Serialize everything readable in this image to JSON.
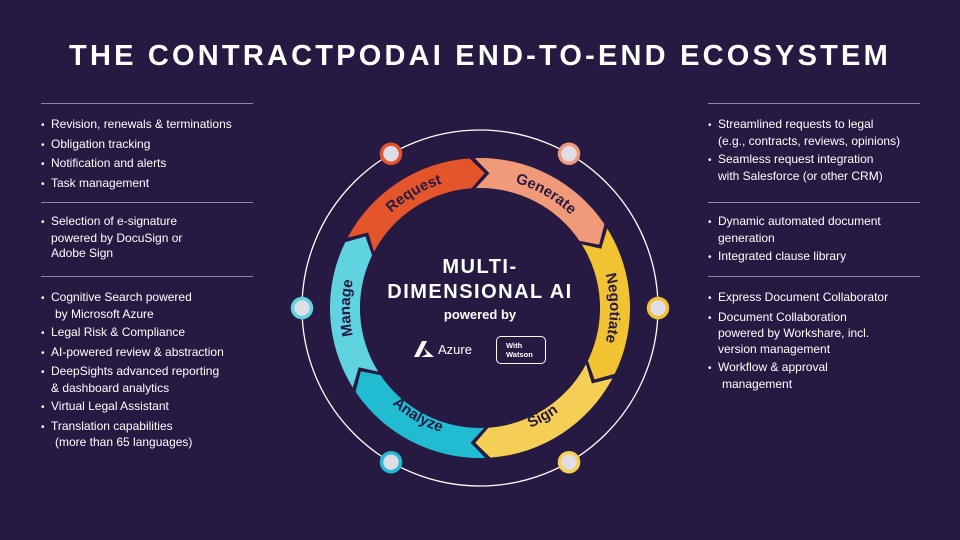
{
  "title": "THE CONTRACTPODAI END-TO-END ECOSYSTEM",
  "center": {
    "line1": "MULTI-",
    "line2": "DIMENSIONAL AI",
    "powered_by": "powered by",
    "azure_label": "Azure",
    "watson_line1": "With",
    "watson_line2": "Watson"
  },
  "stages": [
    "Request",
    "Generate",
    "Negotiate",
    "Sign",
    "Analyze",
    "Manage"
  ],
  "colors": {
    "background": "#271a42",
    "request": "#e5552b",
    "generate": "#f19a7a",
    "negotiate": "#f1c232",
    "sign": "#f5cf55",
    "analyze": "#22bcd2",
    "manage": "#5fd4e0"
  },
  "left_groups": [
    {
      "items": [
        [
          "Revision, renewals & terminations"
        ],
        [
          "Obligation tracking"
        ],
        [
          "Notification and alerts"
        ],
        [
          "Task management"
        ]
      ]
    },
    {
      "items": [
        [
          "Selection of e-signature",
          "powered by DocuSign or",
          "Adobe Sign"
        ]
      ]
    },
    {
      "items": [
        [
          "Cognitive Search powered",
          "by Microsoft Azure"
        ],
        [
          "Legal Risk & Compliance"
        ],
        [
          "AI-powered review & abstraction"
        ],
        [
          "DeepSights advanced reporting",
          "& dashboard analytics"
        ],
        [
          "Virtual Legal Assistant"
        ],
        [
          "Translation capabilities",
          "(more than 65 languages)"
        ]
      ]
    }
  ],
  "right_groups": [
    {
      "items": [
        [
          "Streamlined requests to legal",
          "(e.g., contracts, reviews, opinions)"
        ],
        [
          "Seamless request integration",
          "with Salesforce (or other CRM)"
        ]
      ]
    },
    {
      "items": [
        [
          "Dynamic automated document",
          "generation"
        ],
        [
          "Integrated clause library"
        ]
      ]
    },
    {
      "items": [
        [
          "Express Document Collaborator"
        ],
        [
          "Document Collaboration",
          "powered by Workshare, incl.",
          "version management"
        ],
        [
          "Workflow & approval",
          "management"
        ]
      ]
    }
  ]
}
